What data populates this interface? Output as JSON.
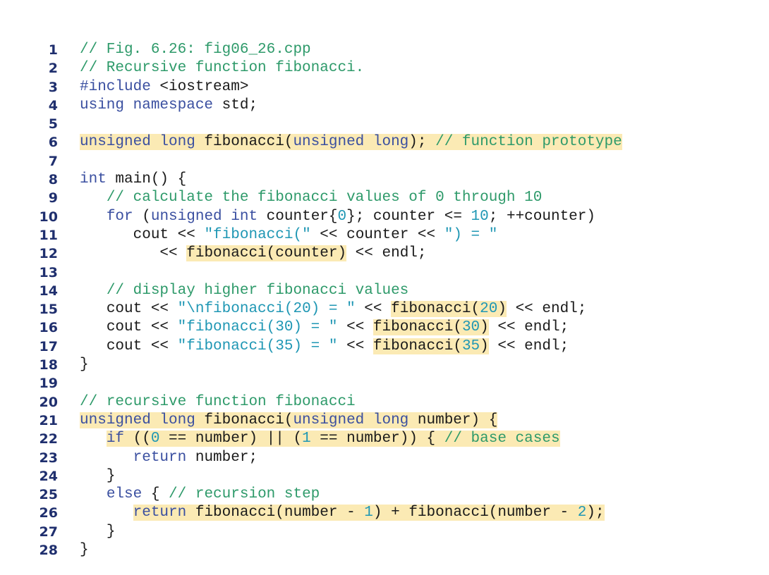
{
  "colors": {
    "keyword": "#3a4fa0",
    "comment": "#2e9a6a",
    "string": "#1f97b4",
    "number": "#1f97b4",
    "plain": "#1a1a1a",
    "line_number": "#1f2f6e",
    "highlight": "#fbeab4"
  },
  "lines": [
    {
      "n": "1",
      "indent": 0,
      "hl": false,
      "tokens": [
        [
          "cm",
          "// Fig. 6.26: fig06_26.cpp"
        ]
      ]
    },
    {
      "n": "2",
      "indent": 0,
      "hl": false,
      "tokens": [
        [
          "cm",
          "// Recursive function fibonacci."
        ]
      ]
    },
    {
      "n": "3",
      "indent": 0,
      "hl": false,
      "tokens": [
        [
          "kw",
          "#include"
        ],
        [
          "id",
          " <iostream>"
        ]
      ]
    },
    {
      "n": "4",
      "indent": 0,
      "hl": false,
      "tokens": [
        [
          "kw",
          "using namespace"
        ],
        [
          "id",
          " std;"
        ]
      ]
    },
    {
      "n": "5",
      "indent": 0,
      "hl": false,
      "tokens": []
    },
    {
      "n": "6",
      "indent": 0,
      "hl": true,
      "tokens": [
        [
          "kw",
          "unsigned long"
        ],
        [
          "id",
          " fibonacci("
        ],
        [
          "kw",
          "unsigned long"
        ],
        [
          "id",
          "); "
        ],
        [
          "cm",
          "// function prototype"
        ]
      ]
    },
    {
      "n": "7",
      "indent": 0,
      "hl": false,
      "tokens": []
    },
    {
      "n": "8",
      "indent": 0,
      "hl": false,
      "tokens": [
        [
          "kw",
          "int"
        ],
        [
          "id",
          " main() {"
        ]
      ]
    },
    {
      "n": "9",
      "indent": 3,
      "hl": false,
      "tokens": [
        [
          "cm",
          "// calculate the fibonacci values of 0 through 10"
        ]
      ]
    },
    {
      "n": "10",
      "indent": 3,
      "hl": false,
      "tokens": [
        [
          "kw",
          "for"
        ],
        [
          "id",
          " ("
        ],
        [
          "kw",
          "unsigned int"
        ],
        [
          "id",
          " counter{"
        ],
        [
          "num",
          "0"
        ],
        [
          "id",
          "}; counter <= "
        ],
        [
          "num",
          "10"
        ],
        [
          "id",
          "; ++counter)"
        ]
      ]
    },
    {
      "n": "11",
      "indent": 6,
      "hl": false,
      "tokens": [
        [
          "id",
          "cout << "
        ],
        [
          "str",
          "\"fibonacci(\""
        ],
        [
          "id",
          " << counter << "
        ],
        [
          "str",
          "\") = \""
        ]
      ]
    },
    {
      "n": "12",
      "indent": 9,
      "hl": false,
      "tokens": [
        [
          "id",
          "<< "
        ],
        [
          "hid",
          "fibonacci(counter)"
        ],
        [
          "id",
          " << endl;"
        ]
      ]
    },
    {
      "n": "13",
      "indent": 0,
      "hl": false,
      "tokens": []
    },
    {
      "n": "14",
      "indent": 3,
      "hl": false,
      "tokens": [
        [
          "cm",
          "// display higher fibonacci values"
        ]
      ]
    },
    {
      "n": "15",
      "indent": 3,
      "hl": false,
      "tokens": [
        [
          "id",
          "cout << "
        ],
        [
          "str",
          "\"\\nfibonacci(20) = \""
        ],
        [
          "id",
          " << "
        ],
        [
          "hid",
          "fibonacci("
        ],
        [
          "hnum",
          "20"
        ],
        [
          "hid",
          ")"
        ],
        [
          "id",
          " << endl;"
        ]
      ]
    },
    {
      "n": "16",
      "indent": 3,
      "hl": false,
      "tokens": [
        [
          "id",
          "cout << "
        ],
        [
          "str",
          "\"fibonacci(30) = \""
        ],
        [
          "id",
          " << "
        ],
        [
          "hid",
          "fibonacci("
        ],
        [
          "hnum",
          "30"
        ],
        [
          "hid",
          ")"
        ],
        [
          "id",
          " << endl;"
        ]
      ]
    },
    {
      "n": "17",
      "indent": 3,
      "hl": false,
      "tokens": [
        [
          "id",
          "cout << "
        ],
        [
          "str",
          "\"fibonacci(35) = \""
        ],
        [
          "id",
          " << "
        ],
        [
          "hid",
          "fibonacci("
        ],
        [
          "hnum",
          "35"
        ],
        [
          "hid",
          ")"
        ],
        [
          "id",
          " << endl;"
        ]
      ]
    },
    {
      "n": "18",
      "indent": 0,
      "hl": false,
      "tokens": [
        [
          "id",
          "}"
        ]
      ]
    },
    {
      "n": "19",
      "indent": 0,
      "hl": false,
      "tokens": []
    },
    {
      "n": "20",
      "indent": 0,
      "hl": false,
      "tokens": [
        [
          "cm",
          "// recursive function fibonacci"
        ]
      ]
    },
    {
      "n": "21",
      "indent": 0,
      "hl": true,
      "tokens": [
        [
          "kw",
          "unsigned long"
        ],
        [
          "id",
          " fibonacci("
        ],
        [
          "kw",
          "unsigned long"
        ],
        [
          "id",
          " number) {"
        ]
      ]
    },
    {
      "n": "22",
      "indent": 3,
      "hl": true,
      "tokens": [
        [
          "kw",
          "if"
        ],
        [
          "id",
          " (("
        ],
        [
          "num",
          "0"
        ],
        [
          "id",
          " == number) || ("
        ],
        [
          "num",
          "1"
        ],
        [
          "id",
          " == number)) { "
        ],
        [
          "cm",
          "// base cases"
        ]
      ]
    },
    {
      "n": "23",
      "indent": 6,
      "hl": false,
      "tokens": [
        [
          "kw",
          "return"
        ],
        [
          "id",
          " number;"
        ]
      ]
    },
    {
      "n": "24",
      "indent": 3,
      "hl": false,
      "tokens": [
        [
          "id",
          "}"
        ]
      ]
    },
    {
      "n": "25",
      "indent": 3,
      "hl": false,
      "tokens": [
        [
          "kw",
          "else"
        ],
        [
          "id",
          " { "
        ],
        [
          "cm",
          "// recursion step"
        ]
      ]
    },
    {
      "n": "26",
      "indent": 6,
      "hl": true,
      "tokens": [
        [
          "kw",
          "return"
        ],
        [
          "id",
          " fibonacci(number - "
        ],
        [
          "num",
          "1"
        ],
        [
          "id",
          ") + fibonacci(number - "
        ],
        [
          "num",
          "2"
        ],
        [
          "id",
          ");"
        ]
      ]
    },
    {
      "n": "27",
      "indent": 3,
      "hl": false,
      "tokens": [
        [
          "id",
          "}"
        ]
      ]
    },
    {
      "n": "28",
      "indent": 0,
      "hl": false,
      "tokens": [
        [
          "id",
          "}"
        ]
      ]
    }
  ]
}
